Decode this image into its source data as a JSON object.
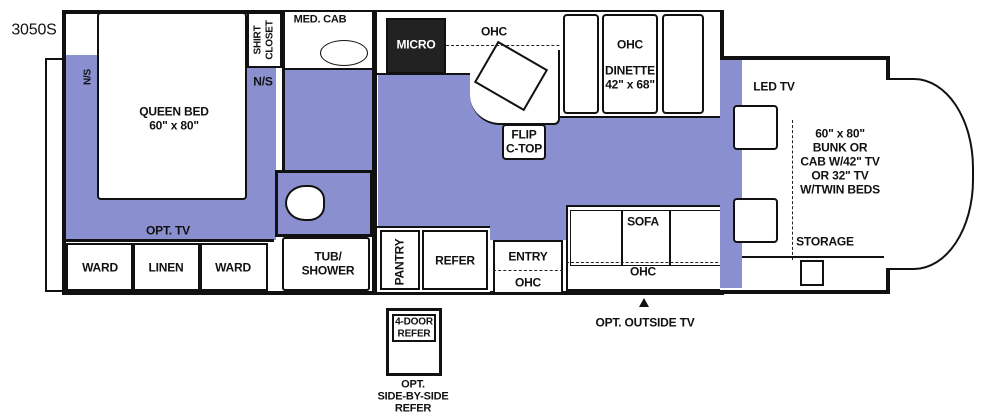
{
  "model": "3050S",
  "colors": {
    "floor": "#8a90cf",
    "wall": "#111111"
  },
  "rooms": {
    "nightstand_left": "N/S",
    "queen_bed": {
      "line1": "QUEEN BED",
      "line2": "60\" x 80\""
    },
    "opt_tv": "OPT. TV",
    "wardrobe_left": "WARD",
    "linen": "LINEN",
    "wardrobe_right": "WARD",
    "shirt_closet": {
      "line1": "SHIRT",
      "line2": "CLOSET"
    },
    "nightstand_right": "N/S",
    "med_cab": "MED. CAB",
    "tub_shower": {
      "line1": "TUB/",
      "line2": "SHOWER"
    },
    "micro": "MICRO",
    "ohc_kitchen": "OHC",
    "flip_ctop": {
      "line1": "FLIP",
      "line2": "C-TOP"
    },
    "pantry": "PANTRY",
    "refer": "REFER",
    "entry": "ENTRY",
    "ohc_entry": "OHC",
    "ohc_dinette": "OHC",
    "dinette": {
      "line1": "DINETTE",
      "line2": "42\" x 68\""
    },
    "sofa": "SOFA",
    "ohc_sofa": "OHC",
    "led_tv": "LED TV",
    "bunk": {
      "lines": [
        "60\" x 80\"",
        "BUNK OR",
        "CAB W/42\" TV",
        "OR 32\" TV",
        "W/TWIN BEDS"
      ]
    },
    "storage": "STORAGE",
    "opt_outside_tv": "OPT. OUTSIDE TV",
    "opt_refer": {
      "box_line1": "4-DOOR",
      "box_line2": "REFER",
      "lines": [
        "OPT.",
        "SIDE-BY-SIDE",
        "REFER"
      ]
    }
  }
}
